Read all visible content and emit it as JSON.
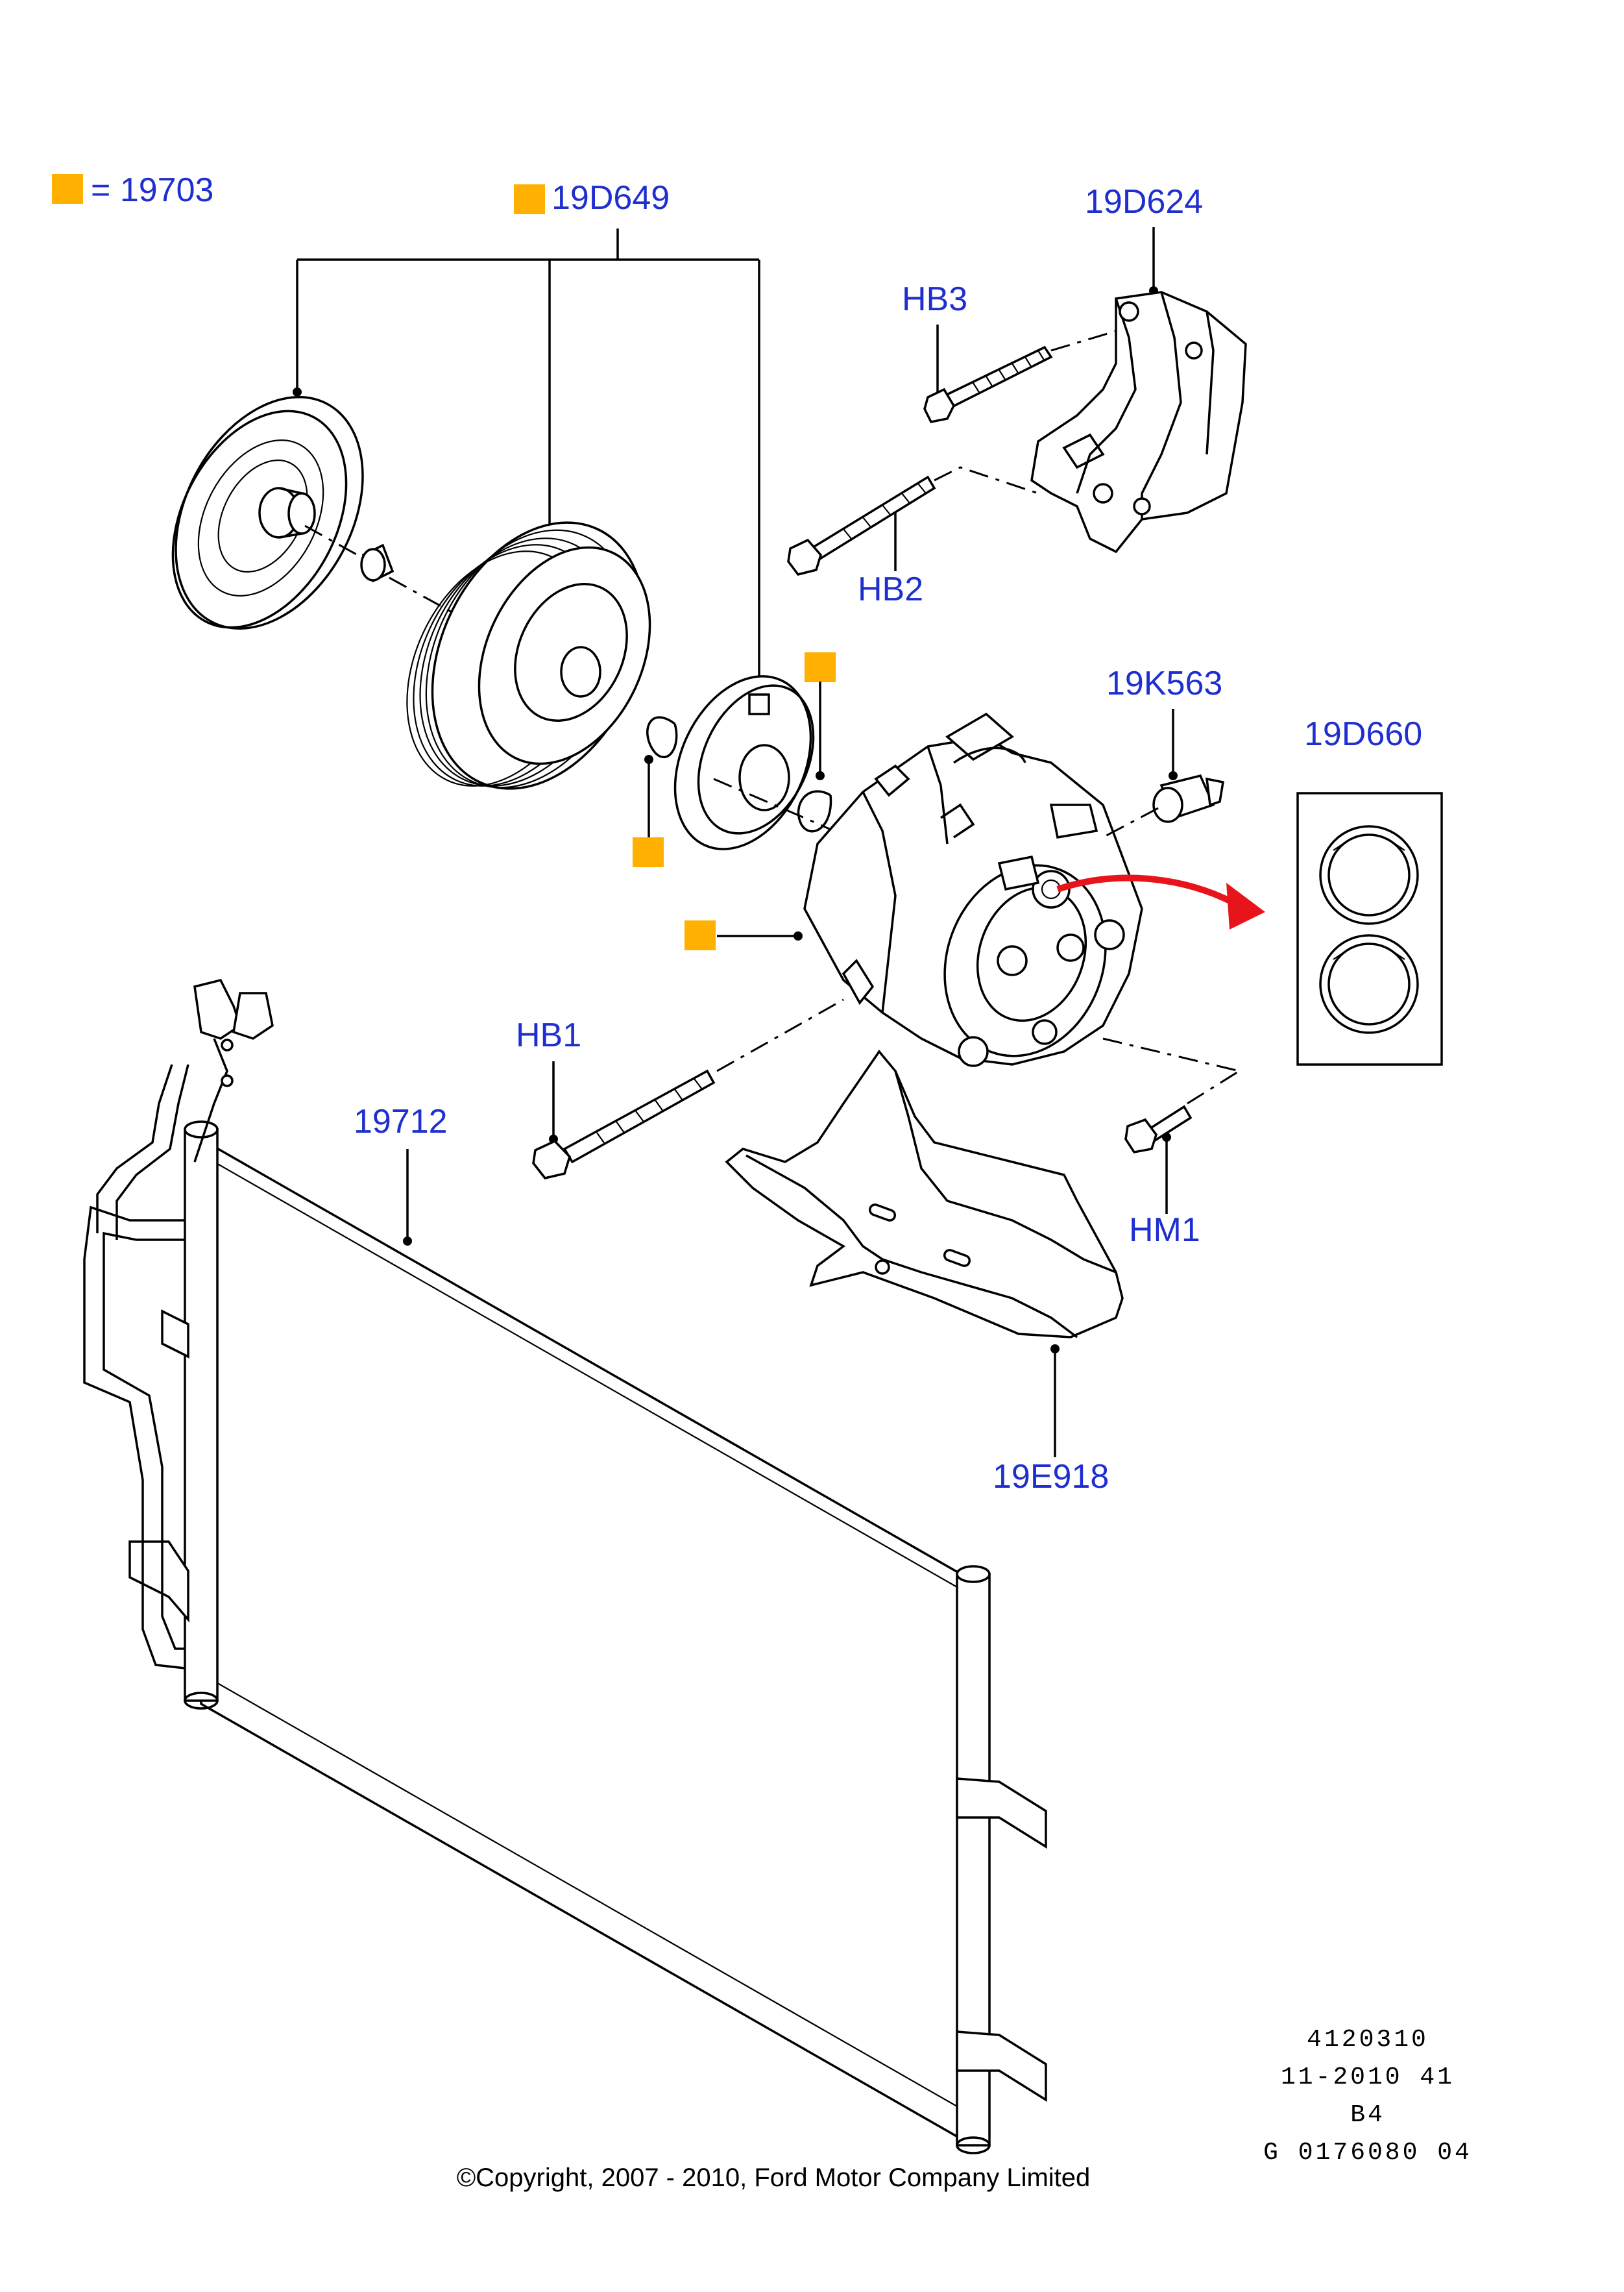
{
  "legend": {
    "text": "= 19703",
    "marker_color": "#FFB000"
  },
  "callouts": {
    "c19D649": "19D649",
    "c19D624": "19D624",
    "cHB3": "HB3",
    "cHB2": "HB2",
    "c19K563": "19K563",
    "c19D660": "19D660",
    "cHB1": "HB1",
    "c19712": "19712",
    "cHM1": "HM1",
    "c19E918": "19E918"
  },
  "colors": {
    "callout_text": "#1F2FCF",
    "arrow": "#E8141B",
    "marker": "#FFB000"
  },
  "footer": {
    "ref1": "4120310",
    "ref2": "11-2010 41",
    "ref3": "B4",
    "ref4": "G 0176080 04",
    "copyright": "©Copyright, 2007 - 2010, Ford Motor Company Limited"
  }
}
